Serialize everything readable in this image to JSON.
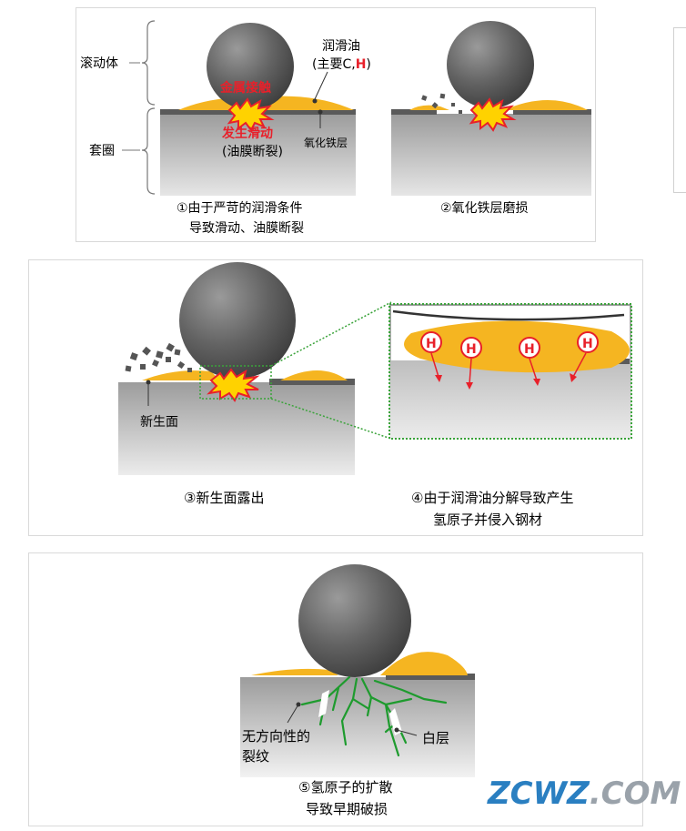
{
  "panel1": {
    "label_rolling": "滚动体",
    "label_ring": "套圈",
    "lube_line1": "润滑油",
    "lube_line2_pre": "(主要C,",
    "lube_line2_h": "H",
    "lube_line2_post": ")",
    "metal_contact": "金属接触",
    "slip": "发生滑动",
    "film_break": "(油膜断裂)",
    "oxide": "氧化铁层",
    "caption1_line1": "①由于严苛的润滑条件",
    "caption1_line2": "导致滑动、油膜断裂",
    "caption2": "②氧化铁层磨损"
  },
  "panel2": {
    "new_surface": "新生面",
    "caption3": "③新生面露出",
    "caption4_line1": "④由于润滑油分解导致产生",
    "caption4_line2": "氢原子并侵入钢材",
    "h_symbol": "H"
  },
  "panel3": {
    "crack_line1": "无方向性的",
    "crack_line2": "裂纹",
    "white_layer": "白层",
    "caption5_line1": "⑤氢原子的扩散",
    "caption5_line2": "导致早期破损"
  },
  "watermark": {
    "part1": "ZCWZ",
    "part2": ".COM"
  },
  "colors": {
    "oil": "#f5b521",
    "red": "#e8202a",
    "ball_dark": "#555555",
    "steel": "#b4b4b4",
    "oxide": "#5a5a5a",
    "green": "#1e9b2e"
  }
}
